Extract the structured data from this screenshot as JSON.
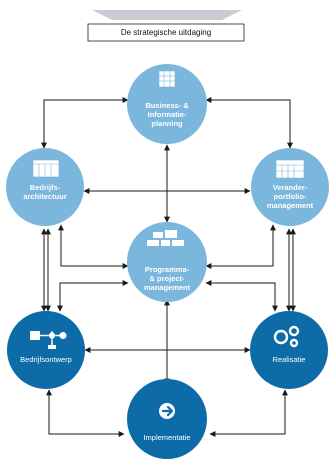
{
  "header": {
    "title": "De strategische uitdaging"
  },
  "nodes": {
    "top": {
      "label": "Business- &\nInformatie-\nplanning",
      "icon": "building-icon"
    },
    "left": {
      "label": "Bedrijfs-\narchitectuur",
      "icon": "layout-grid-icon"
    },
    "right": {
      "label": "Verander-\nportfolio-\nmanagement",
      "icon": "portfolio-icon"
    },
    "center": {
      "label": "Programma-\n& project-\nmanagement",
      "icon": "blocks-icon"
    },
    "bottomleft": {
      "label": "Bedrijfsontwerp",
      "icon": "process-flow-icon"
    },
    "bottomright": {
      "label": "Realisatie",
      "icon": "gears-icon"
    },
    "bottom": {
      "label": "Implementatie",
      "icon": "arrow-right-circle-icon"
    }
  },
  "colors": {
    "light_circle": "#7bb6dc",
    "dark_circle": "#0d6ba8",
    "funnel": "#c9cdd3",
    "line": "#1a1a1a"
  }
}
